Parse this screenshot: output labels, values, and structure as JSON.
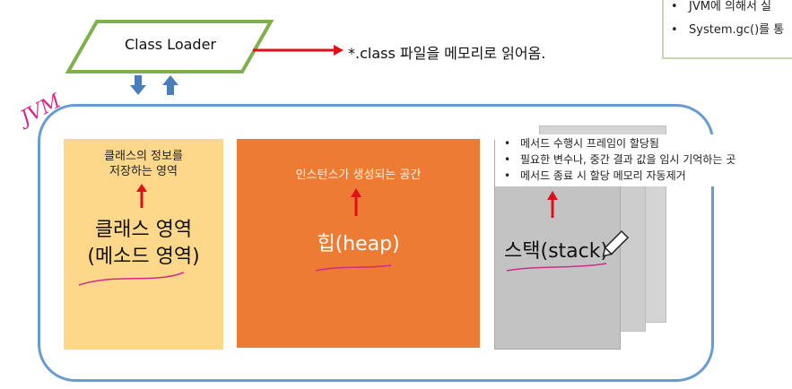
{
  "notes": {
    "items": [
      {
        "bullet": "•",
        "text": "JVM에 의해서 실"
      },
      {
        "bullet": "•",
        "text": "System.gc()를 통"
      }
    ]
  },
  "class_loader": {
    "label": "Class Loader",
    "description": "*.class 파일을 메모리로 읽어옴."
  },
  "jvm": {
    "tag": "JVM"
  },
  "method_area": {
    "note": "클래스의 정보를\n저장하는 영역",
    "title_line1": "클래스 영역",
    "title_line2": "(메소드 영역)"
  },
  "heap": {
    "note": "인스턴스가 생성되는 공간",
    "title": "힙(heap)"
  },
  "stack": {
    "title": "스택(stack)",
    "notes": [
      {
        "bullet": "•",
        "text": "메서드 수행시 프레임이 할당됨"
      },
      {
        "bullet": "•",
        "text": "필요한 변수나, 중간 결과 값을 임시 기억하는 곳"
      },
      {
        "bullet": "•",
        "text": "메서드 종료 시 할당 메모리 자동제거"
      }
    ]
  },
  "colors": {
    "method_area": "#fdd78a",
    "heap": "#ee7b33",
    "stack": "#c3c3c3",
    "jvm_border": "#6a9bd0",
    "arrow_red": "#e0101a",
    "loader_border": "#7fb04c",
    "annotation_pink": "#d42a8a"
  }
}
